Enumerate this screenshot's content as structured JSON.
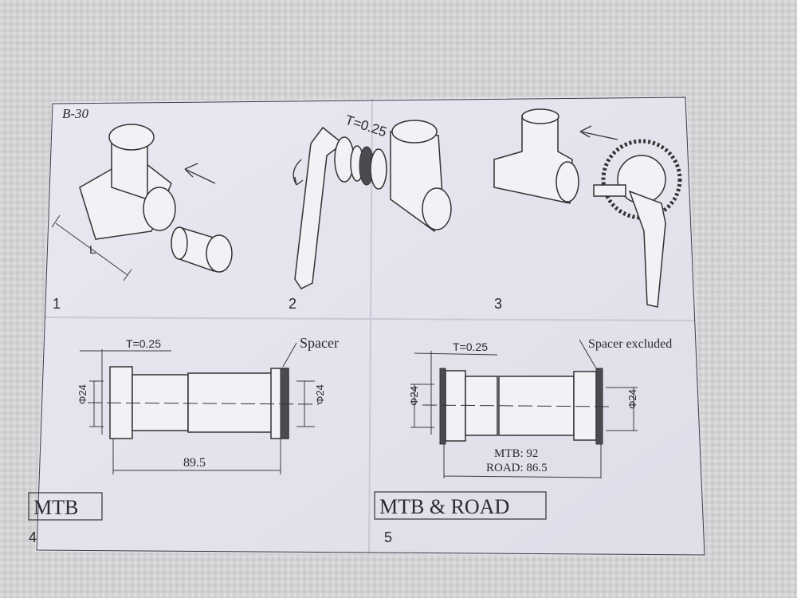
{
  "sheet": {
    "model": "B-30",
    "steps": [
      {
        "number": "1",
        "dimension_label": "L"
      },
      {
        "number": "2",
        "spacer_thickness": "T=0.25"
      },
      {
        "number": "3"
      },
      {
        "number": "4",
        "thickness": "T=0.25",
        "callout": "Spacer",
        "diameter_left": "Φ24",
        "diameter_right": "Φ24",
        "width": "89.5",
        "type_label": "MTB"
      },
      {
        "number": "5",
        "thickness": "T=0.25",
        "callout": "Spacer excluded",
        "diameter_left": "Φ24",
        "diameter_right": "Φ24",
        "width_mtb": "MTB: 92",
        "width_road": "ROAD: 86.5",
        "type_label": "MTB & ROAD"
      }
    ]
  },
  "colors": {
    "paper": "#ecebf3",
    "background": "#cfcfd1",
    "ink": "#2a2a30"
  }
}
